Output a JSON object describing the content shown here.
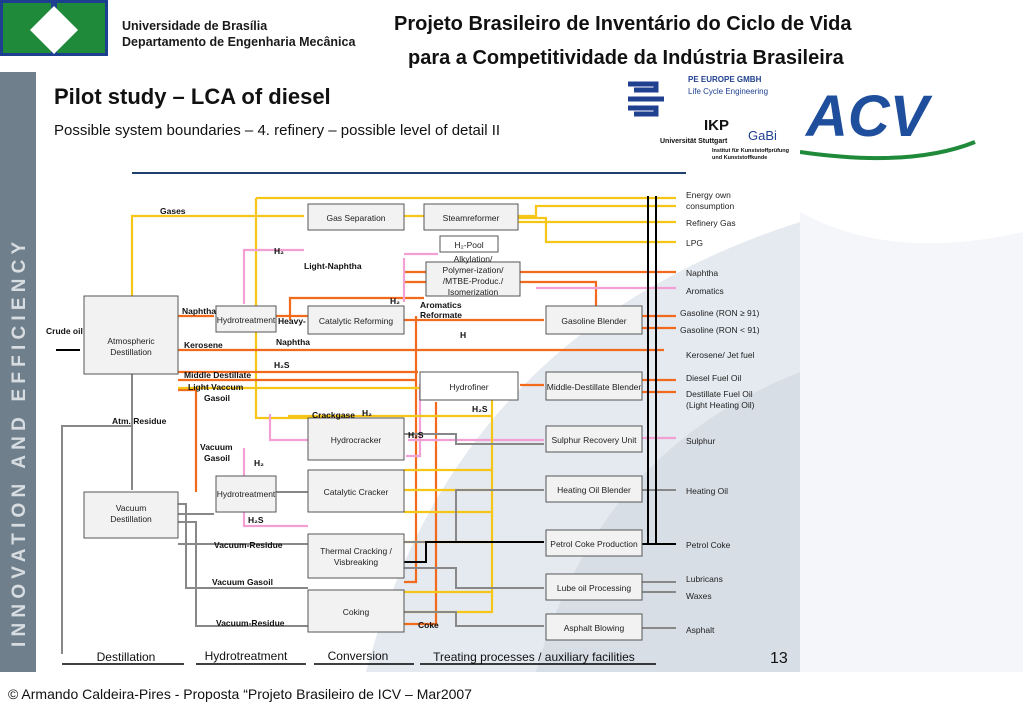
{
  "header": {
    "university": "Universidade de Brasília",
    "department": "Departamento de Engenharia Mecânica",
    "project_line1": "Projeto Brasileiro de Inventário do Ciclo de Vida",
    "project_line2": "para a Competitividade da Indústria Brasileira"
  },
  "side_banner": "INNOVATION AND EFFICIENCY",
  "slide": {
    "title": "Pilot study – LCA of diesel",
    "subtitle": "Possible system boundaries – 4. refinery – possible level of detail II",
    "page_number": "13"
  },
  "logos": {
    "pe_line1": "PE EUROPE GMBH",
    "pe_line2": "Life Cycle Engineering",
    "ikp": "IKP",
    "gabi": "GaBi",
    "uni": "Universität Stuttgart",
    "inst_line1": "Institut für Kunststoffprüfung",
    "inst_line2": "und Kunststoffkunde",
    "acv": "ACV"
  },
  "diagram": {
    "input": "Crude oil",
    "boxes": {
      "atmospheric": [
        "Atmospheric",
        "Destillation"
      ],
      "vacuum": [
        "Vacuum",
        "Destillation"
      ],
      "hydro1": "Hydrotreatment",
      "hydro2": "Hydrotreatment",
      "gas_sep": "Gas Separation",
      "steam": "Steamreformer",
      "h2pool": "H₂-Pool",
      "alky": [
        "Alkylation/",
        "Polymer-ization/",
        "/MTBE-Produc./",
        "Isomerization"
      ],
      "cat_reform": "Catalytic Reforming",
      "hydrofiner": "Hydrofiner",
      "hydrocracker": "Hydrocracker",
      "cat_cracker": "Catalytic Cracker",
      "thermal": [
        "Thermal Cracking /",
        "Visbreaking"
      ],
      "coking": "Coking",
      "gas_blender": "Gasoline Blender",
      "md_blender": "Middle-Destillate Blender",
      "sulphur": "Sulphur Recovery Unit",
      "heat_blender": "Heating Oil Blender",
      "coke_prod": "Petrol Coke Production",
      "lube": "Lube oil Processing",
      "asphalt": "Asphalt Blowing"
    },
    "stream_labels": {
      "gases": "Gases",
      "naphtha": "Naphtha",
      "kerosene": "Kerosene",
      "middle_destillate": "Middle Destillate",
      "light_vaccum": "Light Vaccum",
      "gasoil": "Gasoil",
      "atm_residue": "Atm. Residue",
      "vacuum": "Vacuum",
      "vacuum_gasoil_2": "Gasoil",
      "h2_a": "H₂",
      "light_naphtha": "Light-Naphtha",
      "heavy": "Heavy-",
      "heavy_naphtha": "Naphtha",
      "h2_b": "H₂",
      "aromatics_reformate": "Aromatics",
      "reformate": "Reformate",
      "h_c": "H",
      "h2s_a": "H₂S",
      "crackgase": "Crackgase",
      "h_d": "H₂",
      "h2s_b": "H₂S",
      "h2s_c": "H₂S",
      "h2_e": "H₂",
      "h2s_d": "H₂S",
      "vacuum_residue": "Vacuum-Residue",
      "vacuum_gasoil": "Vacuum Gasoil",
      "vacuum_residue_2": "Vacuum-Residue",
      "coke": "Coke"
    },
    "outputs": {
      "energy": [
        "Energy own",
        "consumption"
      ],
      "refinery_gas": "Refinery Gas",
      "lpg": "LPG",
      "naphtha": "Naphtha",
      "aromatics": "Aromatics",
      "gasoline_high": "Gasoline (RON ≥ 91)",
      "gasoline_low": "Gasoline (RON < 91)",
      "kerosene": "Kerosene/ Jet fuel",
      "diesel": "Diesel Fuel Oil",
      "destillate": [
        "Destillate Fuel Oil",
        "(Light Heating Oil)"
      ],
      "sulphur": "Sulphur",
      "heating": "Heating Oil",
      "coke": "Petrol Coke",
      "lubricans": "Lubricans",
      "waxes": "Waxes",
      "asphalt": "Asphalt"
    },
    "stages": {
      "destillation": "Destillation",
      "hydrotreatment": "Hydrotreatment",
      "conversion": "Conversion",
      "treating": "Treating processes / auxiliary facilities"
    }
  },
  "footer": "© Armando Caldeira-Pires - Proposta “Projeto Brasileiro de ICV – Mar2007",
  "colors": {
    "orange_stream": "#f26b1d",
    "yellow_stream": "#f5c518",
    "pink_stream": "#f2a0d4",
    "grey_stream": "#888888",
    "acv_blue": "#1f4f9c",
    "unb_green": "#1e8a3a",
    "unb_blue": "#1d3f8f"
  }
}
